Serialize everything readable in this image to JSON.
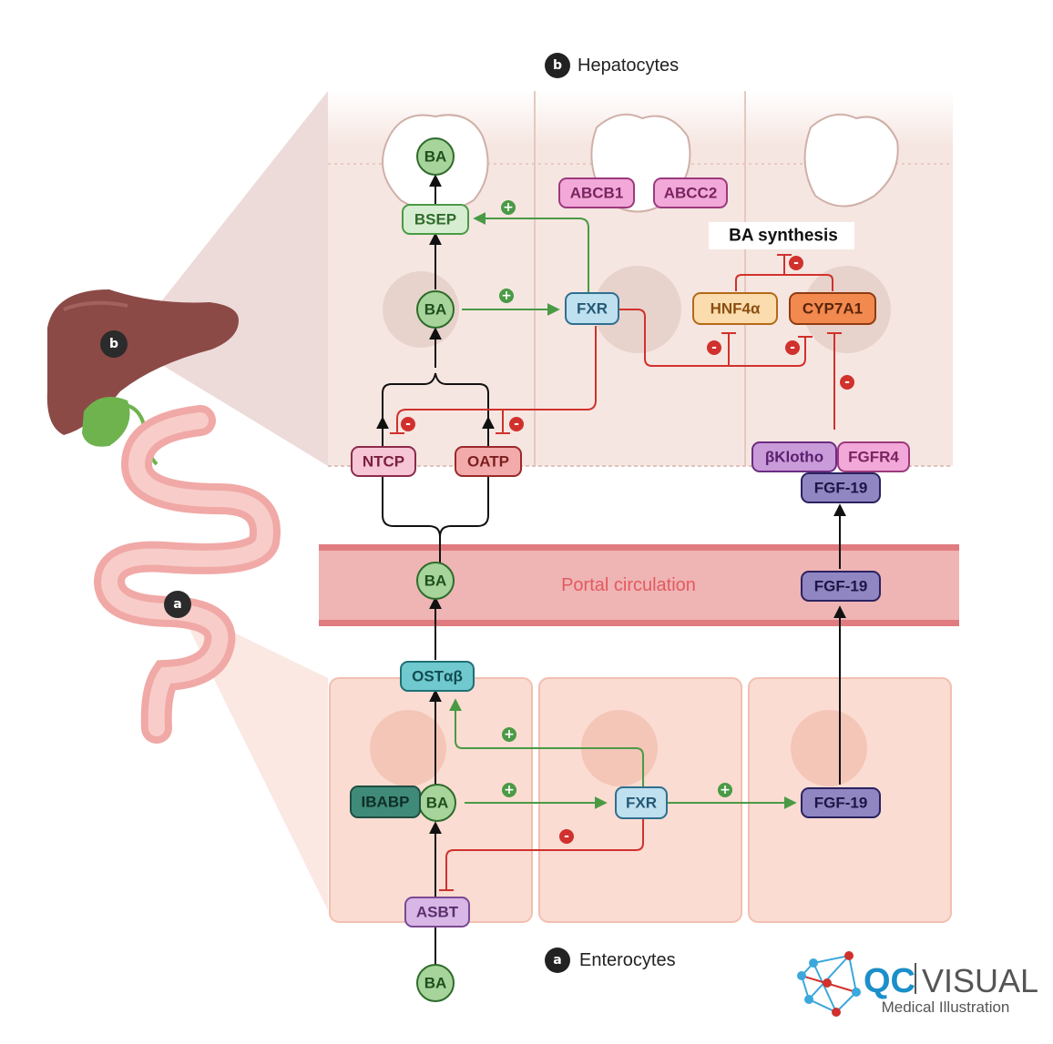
{
  "sections": {
    "hepatocytes": {
      "marker": "b",
      "title": "Hepatocytes"
    },
    "enterocytes": {
      "marker": "a",
      "title": "Enterocytes"
    },
    "portal": "Portal circulation",
    "ba_synthesis": "BA synthesis"
  },
  "organ_markers": {
    "liver": "b",
    "intestine": "a"
  },
  "nodes": {
    "ba": "BA",
    "bsep": "BSEP",
    "abcb1": "ABCB1",
    "abcc2": "ABCC2",
    "fxr": "FXR",
    "hnf4a": "HNF4α",
    "cyp7a1": "CYP7A1",
    "ntcp": "NTCP",
    "oatp": "OATP",
    "bklotho": "βKlotho",
    "fgfr4": "FGFR4",
    "fgf19": "FGF-19",
    "ostab": "OSTαβ",
    "ibabp": "IBABP",
    "asbt": "ASBT"
  },
  "signs": {
    "plus": "+",
    "minus": "-"
  },
  "logo": {
    "brand_a": "QC",
    "brand_b": "VISUAL",
    "tagline": "Medical Illustration"
  },
  "colors": {
    "activation": "#4a9a45",
    "inhibition": "#d0312d",
    "hepatocyte_bg": "#f6e6e1",
    "enterocyte_bg": "#fbdcd2",
    "portal": "#efb4b4",
    "liver": "#8c4a47",
    "gallbladder": "#6fb34f"
  }
}
